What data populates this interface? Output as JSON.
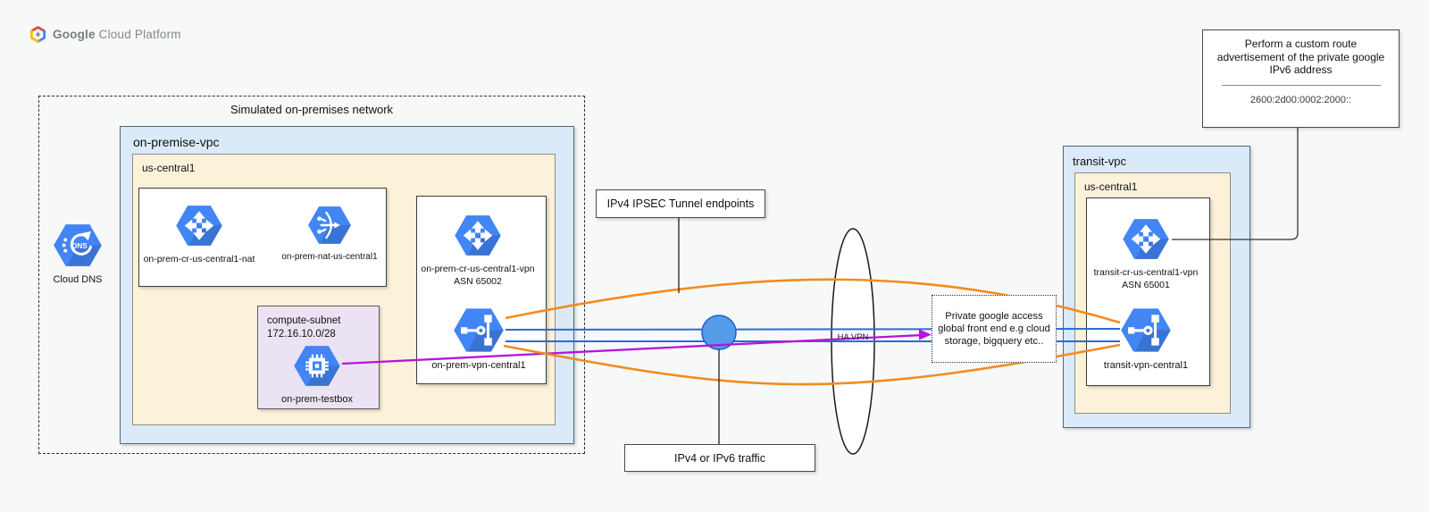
{
  "brand": {
    "google": "Google",
    "suffix": " Cloud Platform"
  },
  "onprem": {
    "container_label": "Simulated on-premises network",
    "vpc_label": "on-premise-vpc",
    "region_label": "us-central1",
    "dns_label": "Cloud DNS",
    "nat_router_label": "on-prem-cr-us-central1-nat",
    "nat_label": "on-prem-nat-us-central1",
    "subnet_title": "compute-subnet",
    "subnet_cidr": "172.16.10.0/28",
    "testbox_label": "on-prem-testbox",
    "vpn_router_label": "on-prem-cr-us-central1-vpn",
    "vpn_router_asn": "ASN 65002",
    "vpn_gateway_label": "on-prem-vpn-central1"
  },
  "middle": {
    "ipsec_callout": "IPv4 IPSEC Tunnel endpoints",
    "traffic_callout": "IPv4 or IPv6 traffic",
    "ha_vpn_label": "HA VPN",
    "pga_text": "Private google access global front end e.g cloud storage, bigquery etc.."
  },
  "transit": {
    "vpc_label": "transit-vpc",
    "region_label": "us-central1",
    "router_label": "transit-cr-us-central1-vpn",
    "router_asn": "ASN 65001",
    "vpn_gateway_label": "transit-vpn-central1"
  },
  "note": {
    "text": "Perform a custom route advertisement of the private google IPv6 address",
    "address": "2600:2d00:0002:2000::"
  },
  "icons": {
    "brand": "google-cloud-logo-icon",
    "dns": "cloud-dns-icon",
    "router": "cloud-router-icon",
    "nat": "cloud-nat-icon",
    "compute": "compute-engine-icon",
    "vpn": "cloud-vpn-icon"
  },
  "colors": {
    "icon_blue": "#4285F4",
    "tunnel_orange": "#F28B1E",
    "traffic_blue": "#2D68D8",
    "route_purple": "#B515D8",
    "vpc_fill": "#DAEAF8",
    "region_fill": "#FCF2DA",
    "subnet_fill": "#EBE3F3"
  }
}
